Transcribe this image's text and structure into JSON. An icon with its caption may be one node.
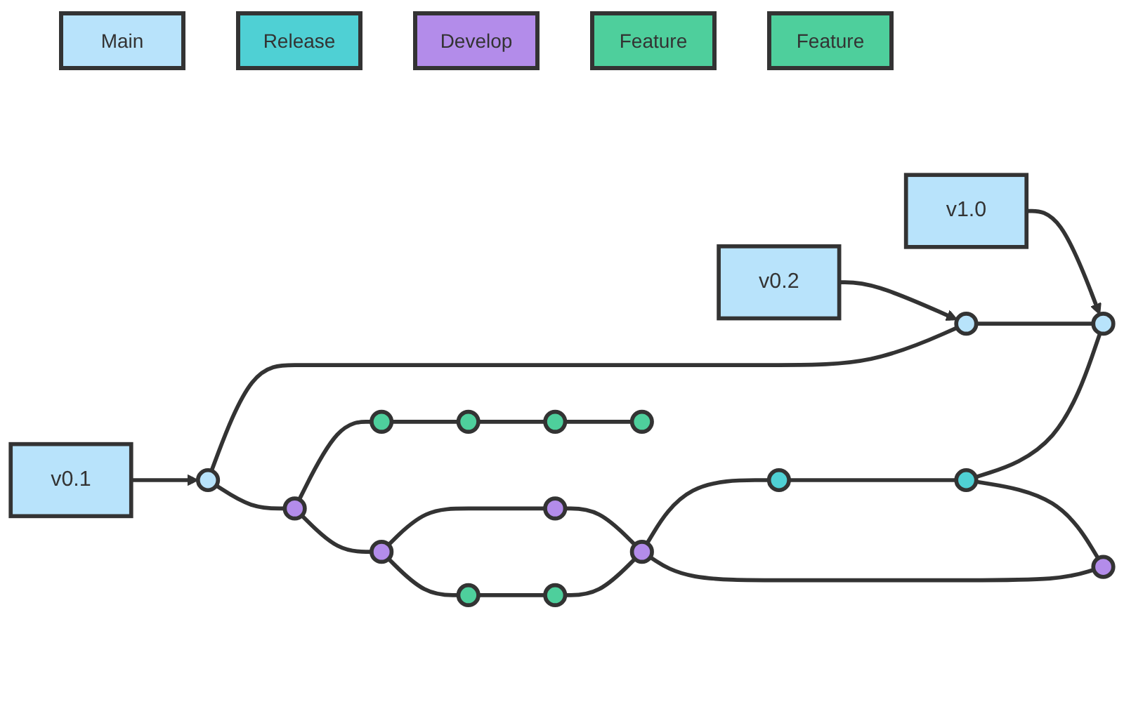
{
  "diagram": {
    "nodes": [
      {
        "text": [
          "v0.1"
        ]
      },
      {
        "text": [
          "v0.2"
        ]
      },
      {
        "text": [
          "v1.0"
        ]
      },
      {
        "text": [],
        "shape": "circle"
      },
      {
        "text": [],
        "shape": "circle"
      },
      {
        "text": [],
        "shape": "circle"
      },
      {
        "text": [],
        "shape": "circle"
      },
      {
        "text": [],
        "shape": "circle"
      },
      {
        "text": [],
        "shape": "circle"
      },
      {
        "text": [],
        "shape": "circle"
      },
      {
        "text": [],
        "shape": "circle"
      },
      {
        "text": [],
        "shape": "circle"
      },
      {
        "text": [],
        "shape": "circle"
      },
      {
        "text": [],
        "shape": "circle"
      },
      {
        "text": [],
        "shape": "circle"
      },
      {
        "text": [],
        "shape": "circle"
      },
      {
        "text": [],
        "shape": "circle"
      },
      {
        "text": [],
        "shape": "circle"
      },
      {
        "text": [],
        "shape": "circle"
      }
    ],
    "edges": [
      {
        "from": 0,
        "to": 3,
        "arrow": "to"
      },
      {
        "from": 1,
        "to": 4,
        "arrow": "to"
      },
      {
        "from": 2,
        "to": 5,
        "arrow": "to"
      },
      {
        "from": 3,
        "to": 4,
        "arrow": "none"
      },
      {
        "from": 4,
        "to": 5,
        "arrow": "none"
      },
      {
        "from": 3,
        "to": 8,
        "arrow": "none"
      },
      {
        "from": 8,
        "to": 9,
        "arrow": "none"
      },
      {
        "from": 9,
        "to": 10,
        "arrow": "none"
      },
      {
        "from": 10,
        "to": 11,
        "arrow": "none"
      },
      {
        "from": 9,
        "to": 13,
        "arrow": "none"
      },
      {
        "from": 13,
        "to": 14,
        "arrow": "none"
      },
      {
        "from": 14,
        "to": 11,
        "arrow": "none"
      },
      {
        "from": 8,
        "to": 15,
        "arrow": "none"
      },
      {
        "from": 15,
        "to": 16,
        "arrow": "none"
      },
      {
        "from": 16,
        "to": 17,
        "arrow": "none"
      },
      {
        "from": 17,
        "to": 18,
        "arrow": "none"
      },
      {
        "from": 11,
        "to": 6,
        "arrow": "none"
      },
      {
        "from": 6,
        "to": 7,
        "arrow": "none"
      },
      {
        "from": 7,
        "to": 5,
        "arrow": "none"
      },
      {
        "from": 7,
        "to": 12,
        "arrow": "none"
      },
      {
        "from": 11,
        "to": 12,
        "arrow": "none"
      }
    ],
    "legend": [
      {
        "text": "Main",
        "color": "#b8e3fb"
      },
      {
        "text": "Release",
        "color": "#4fd0d4"
      },
      {
        "text": "Develop",
        "color": "#b38cea"
      },
      {
        "text": "Feature",
        "color": "#4ecf9c"
      },
      {
        "text": "Feature",
        "color": "#4ecf9c"
      }
    ]
  }
}
